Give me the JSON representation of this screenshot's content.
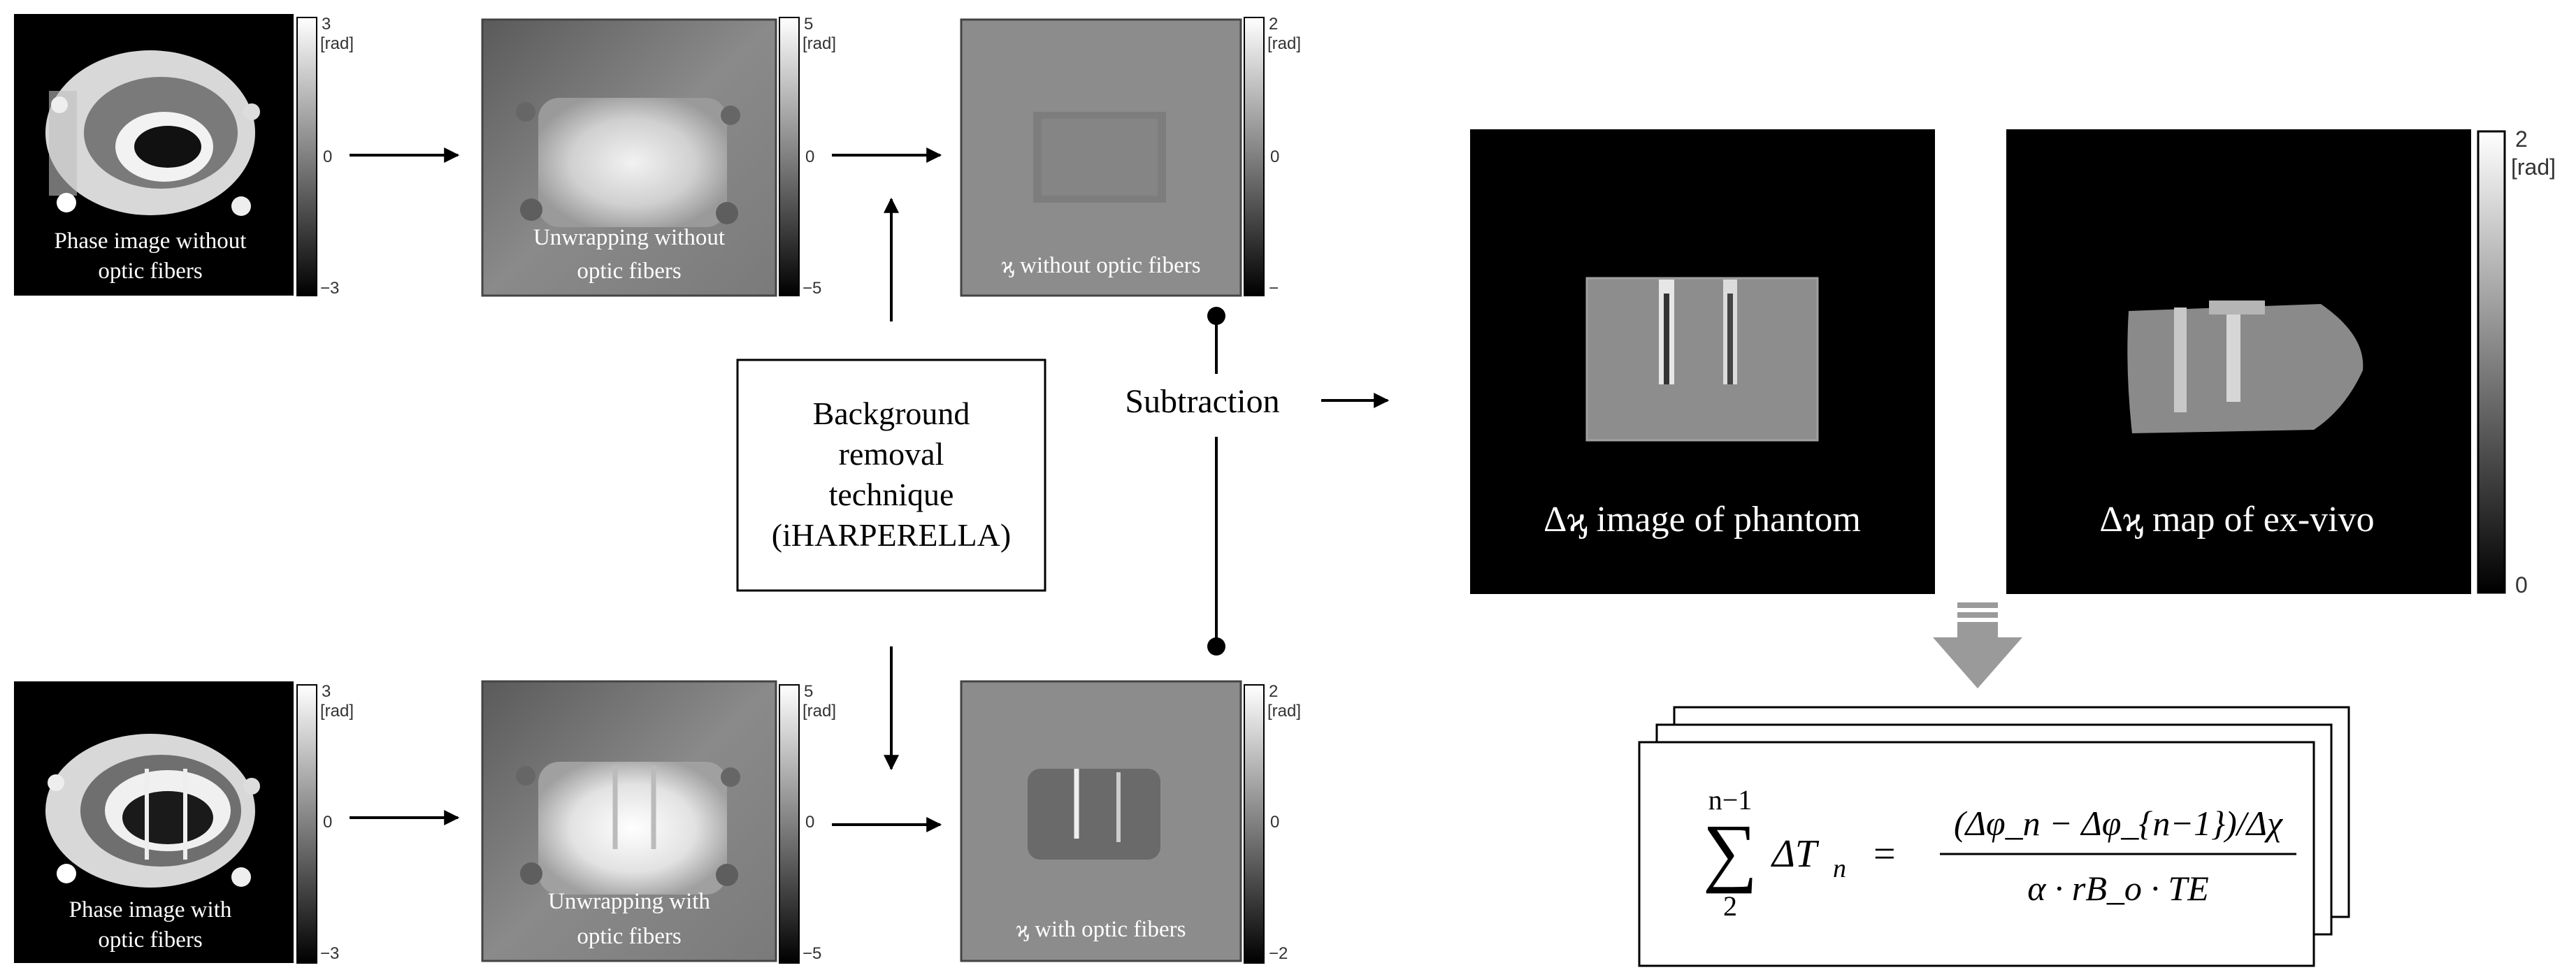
{
  "colorbar_unit": "[rad]",
  "top_row": {
    "phase": {
      "caption": [
        "Phase image without",
        "optic fibers"
      ],
      "scale": {
        "max": "3",
        "mid": "0",
        "min": "−3"
      }
    },
    "unwrap": {
      "caption": [
        "Unwrapping without",
        "optic fibers"
      ],
      "scale": {
        "max": "5",
        "mid": "0",
        "min": "−5"
      }
    },
    "chi": {
      "caption": [
        "ϗ without optic fibers"
      ],
      "scale": {
        "max": "2",
        "mid": "0",
        "min": "−"
      }
    }
  },
  "bottom_row": {
    "phase": {
      "caption": [
        "Phase image with",
        "optic fibers"
      ],
      "scale": {
        "max": "3",
        "mid": "0",
        "min": "−3"
      }
    },
    "unwrap": {
      "caption": [
        "Unwrapping with",
        "optic fibers"
      ],
      "scale": {
        "max": "5",
        "mid": "0",
        "min": "−5"
      }
    },
    "chi": {
      "caption": [
        "ϗ with optic fibers"
      ],
      "scale": {
        "max": "2",
        "mid": "0",
        "min": "−2"
      }
    }
  },
  "background_box": [
    "Background",
    "removal",
    "technique",
    "(iHARPERELLA)"
  ],
  "subtraction_label": "Subtraction",
  "delta_images": {
    "phantom_caption": "Δϗ image of phantom",
    "exvivo_caption": "Δϗ map of ex-vivo",
    "scale": {
      "max": "2",
      "min": "0"
    }
  },
  "formula": {
    "sum_upper": "n−1",
    "sum_lower": "2",
    "lhs_term": "ΔT",
    "lhs_sub": "n",
    "numerator": "(Δφ_n − Δφ_{n−1})/Δχ",
    "denominator": "α · rB_o · TE"
  }
}
